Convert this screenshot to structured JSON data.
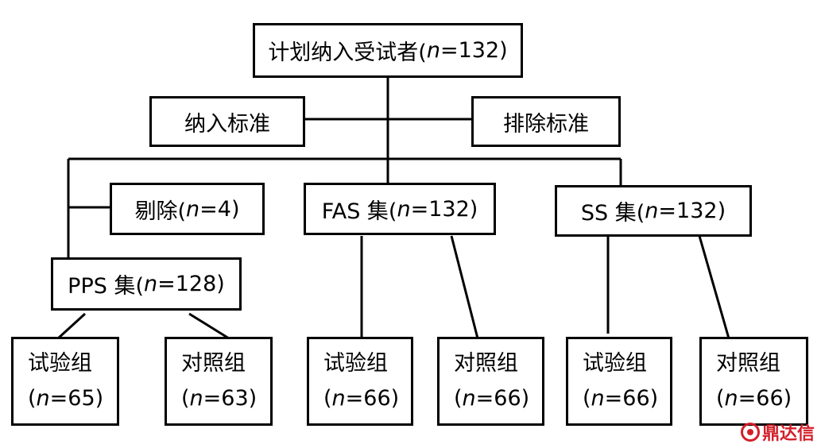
{
  "root": {
    "label": "计划纳入受试者(",
    "n_var": "n",
    "n_val": "=132)"
  },
  "inclusion": {
    "label": "纳入标准"
  },
  "exclusion": {
    "label": "排除标准"
  },
  "excluded": {
    "label": "剔除(",
    "n_var": "n",
    "n_val": "=4)"
  },
  "pps": {
    "label": "PPS 集(",
    "n_var": "n",
    "n_val": "=128)"
  },
  "fas": {
    "label": "FAS 集(",
    "n_var": "n",
    "n_val": "=132)"
  },
  "ss": {
    "label": "SS 集(",
    "n_var": "n",
    "n_val": "=132)"
  },
  "pps_trial": {
    "label": "试验组",
    "open": "(",
    "n_var": "n",
    "n_val": "=65)"
  },
  "pps_control": {
    "label": "对照组",
    "open": "(",
    "n_var": "n",
    "n_val": "=63)"
  },
  "fas_trial": {
    "label": "试验组",
    "open": "(",
    "n_var": "n",
    "n_val": "=66)"
  },
  "fas_control": {
    "label": "对照组",
    "open": "(",
    "n_var": "n",
    "n_val": "=66)"
  },
  "ss_trial": {
    "label": "试验组",
    "open": "(",
    "n_var": "n",
    "n_val": "=66)"
  },
  "ss_control": {
    "label": "对照组",
    "open": "(",
    "n_var": "n",
    "n_val": "=66)"
  },
  "watermark": {
    "text": "鼎达信",
    "color": "#d41f2a"
  }
}
